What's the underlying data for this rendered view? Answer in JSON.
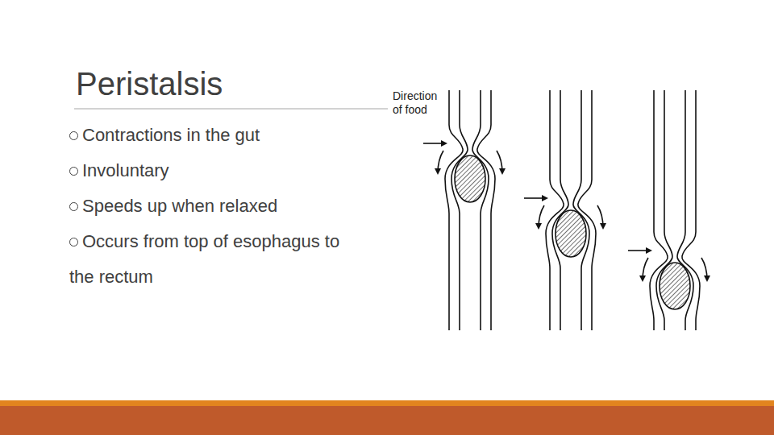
{
  "diagram": {
    "title": "Peristalsis",
    "labels": [
      "Contractions in the gut",
      "Involuntary",
      "Speeds up when relaxed",
      "Occurs from top of esophagus to the rectum",
      "Direction of food"
    ]
  }
}
